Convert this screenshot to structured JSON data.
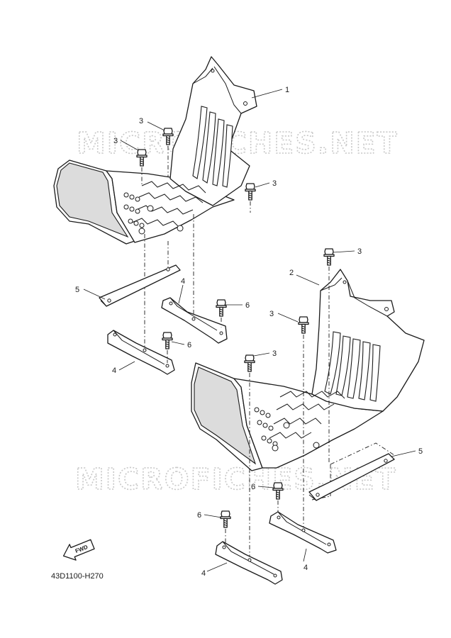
{
  "watermark": "MICROFICHES.NET",
  "diagram_code": "43D1100-H270",
  "fwd_label": "FWD",
  "callouts": {
    "c1": "1",
    "c2": "2",
    "c3a": "3",
    "c3b": "3",
    "c3c": "3",
    "c3d": "3",
    "c3e": "3",
    "c3f": "3",
    "c4a": "4",
    "c4b": "4",
    "c4c": "4",
    "c4d": "4",
    "c5a": "5",
    "c5b": "5",
    "c6a": "6",
    "c6b": "6",
    "c6c": "6",
    "c6d": "6"
  }
}
